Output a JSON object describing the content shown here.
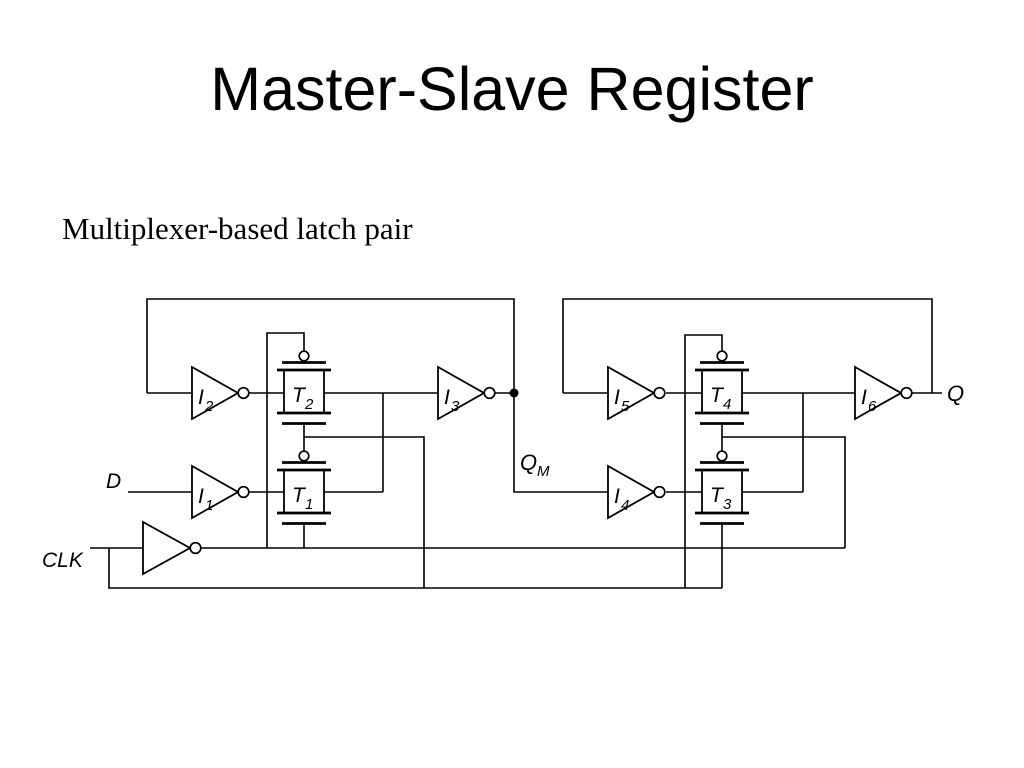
{
  "slide": {
    "title": "Master-Slave Register",
    "subtitle": "Multiplexer-based latch pair"
  },
  "circuit": {
    "colors": {
      "line": "#000000",
      "background": "#ffffff"
    },
    "inverters": [
      {
        "base": "I",
        "sub": "1"
      },
      {
        "base": "I",
        "sub": "2"
      },
      {
        "base": "I",
        "sub": "3"
      },
      {
        "base": "I",
        "sub": "4"
      },
      {
        "base": "I",
        "sub": "5"
      },
      {
        "base": "I",
        "sub": "6"
      }
    ],
    "tgates": [
      {
        "base": "T",
        "sub": "1"
      },
      {
        "base": "T",
        "sub": "2"
      },
      {
        "base": "T",
        "sub": "3"
      },
      {
        "base": "T",
        "sub": "4"
      }
    ],
    "ports": {
      "data_in": "D",
      "clock": "CLK",
      "master_out_base": "Q",
      "master_out_sub": "M",
      "output": "Q"
    }
  }
}
